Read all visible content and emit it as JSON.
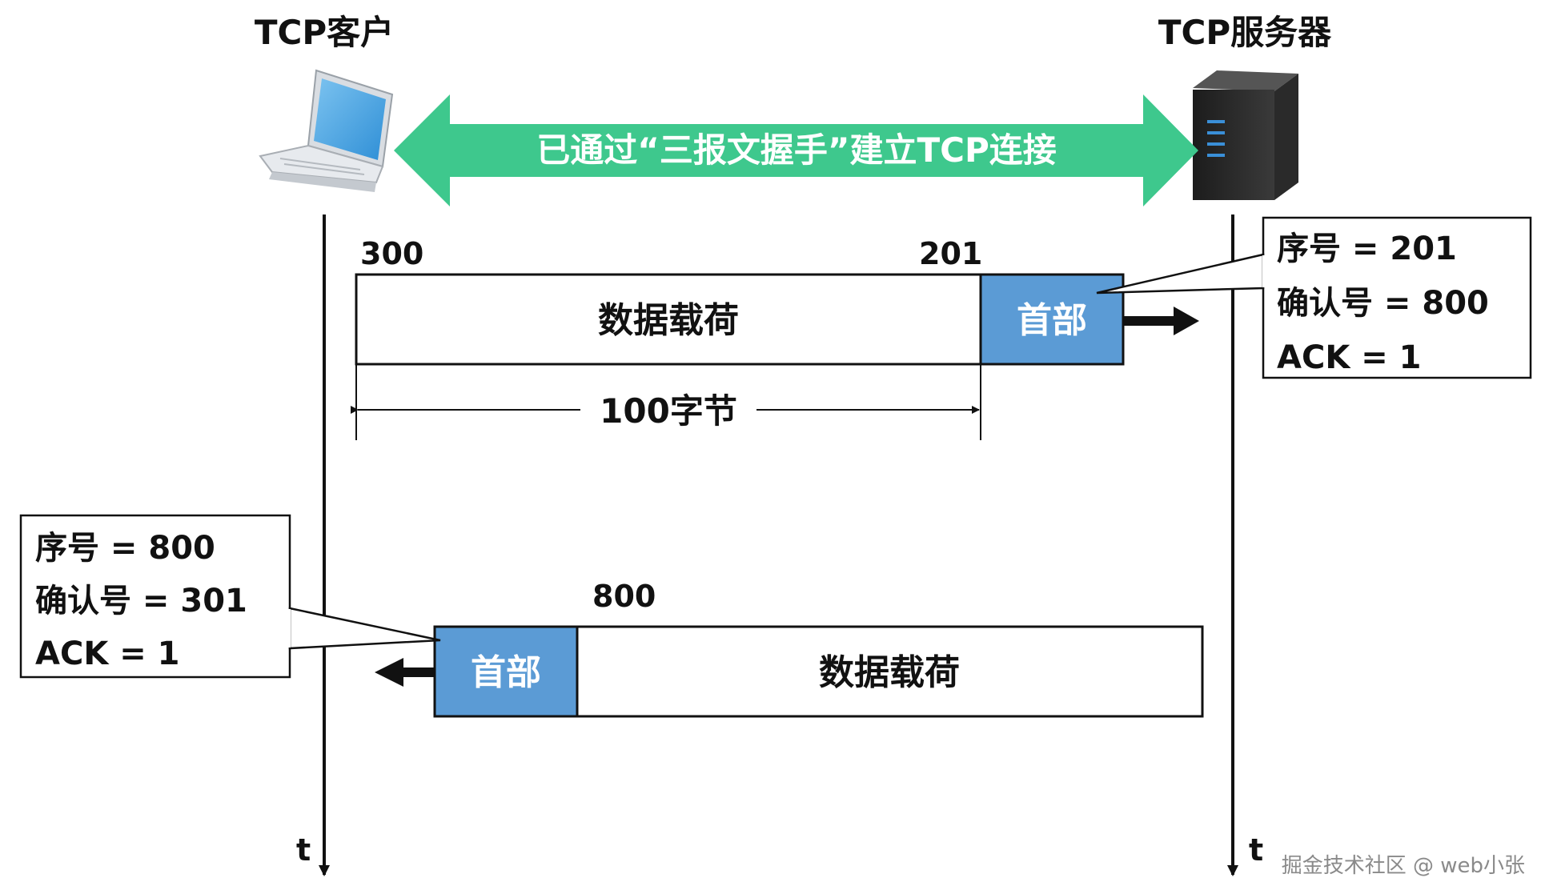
{
  "client": {
    "label": "TCP客户",
    "icon": "laptop-icon"
  },
  "server": {
    "label": "TCP服务器",
    "icon": "server-icon"
  },
  "banner": {
    "text": "已通过“三报文握手”建立TCP连接",
    "color": "#3ec88d"
  },
  "timeline": {
    "client_axis_label": "t",
    "server_axis_label": "t"
  },
  "segment_client_to_server": {
    "left_number": "300",
    "right_number": "201",
    "payload_label": "数据载荷",
    "header_label": "首部",
    "length_label": "100字节",
    "callout": {
      "seq": "序号 = 201",
      "ack_num": "确认号 = 800",
      "ack_flag": "ACK = 1"
    }
  },
  "segment_server_to_client": {
    "number": "800",
    "header_label": "首部",
    "payload_label": "数据载荷",
    "callout": {
      "seq": "序号 = 800",
      "ack_num": "确认号 = 301",
      "ack_flag": "ACK = 1"
    }
  },
  "colors": {
    "header_fill": "#5b9bd5",
    "banner": "#3ec88d"
  },
  "watermark": "掘金技术社区 @ web小张"
}
